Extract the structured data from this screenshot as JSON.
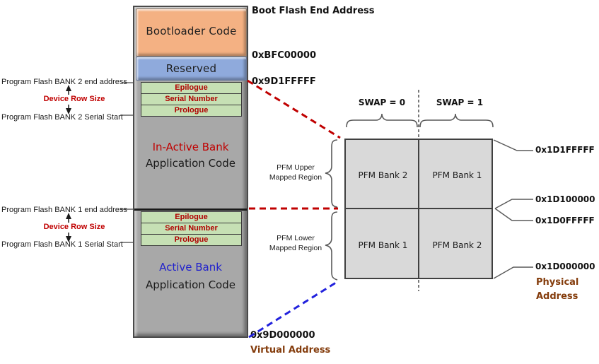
{
  "colors": {
    "accent_red": "#C00000",
    "accent_blue": "#2222CC",
    "accent_brown": "#843C0C",
    "bootloader_fill": "#F4B183",
    "reserved_fill": "#8FAADC",
    "row_fill": "#C6E0B4",
    "column_fill": "#A8A8A8",
    "cell_fill": "#D9D9D9"
  },
  "memory_map": {
    "bootloader": "Bootloader Code",
    "reserved": "Reserved",
    "bank2_rows": [
      "Epilogue",
      "Serial Number",
      "Prologue"
    ],
    "inactive_bank": "In-Active Bank",
    "inactive_app": "Application Code",
    "bank1_rows": [
      "Epilogue",
      "Serial Number",
      "Prologue"
    ],
    "active_bank": "Active Bank",
    "active_app": "Application Code"
  },
  "left_labels": {
    "bank2_end": "Program Flash BANK 2 end address",
    "bank2_row_size": "Device Row Size",
    "bank2_serial": "Program Flash BANK 2 Serial Start",
    "bank1_end": "Program Flash BANK 1 end address",
    "bank1_row_size": "Device Row Size",
    "bank1_serial": "Program Flash BANK 1 Serial Start"
  },
  "virtual_addresses": {
    "boot_flash_end_label": "Boot Flash End Address",
    "boot_flash_end": "0xBFC00000",
    "pfm_end": "0x9D1FFFFF",
    "pfm_start": "0x9D000000",
    "caption": "Virtual Address"
  },
  "swap_table": {
    "swap0": "SWAP = 0",
    "swap1": "SWAP = 1",
    "upper_region": [
      "PFM Upper",
      "Mapped Region"
    ],
    "lower_region": [
      "PFM Lower",
      "Mapped Region"
    ],
    "cells": {
      "upper_swap0": "PFM Bank 2",
      "upper_swap1": "PFM Bank 1",
      "lower_swap0": "PFM Bank 1",
      "lower_swap1": "PFM Bank 2"
    }
  },
  "physical_addresses": {
    "upper_end": "0x1D1FFFFF",
    "upper_start": "0x1D100000",
    "lower_end": "0x1D0FFFFF",
    "lower_start": "0x1D000000",
    "caption_line1": "Physical",
    "caption_line2": "Address"
  }
}
